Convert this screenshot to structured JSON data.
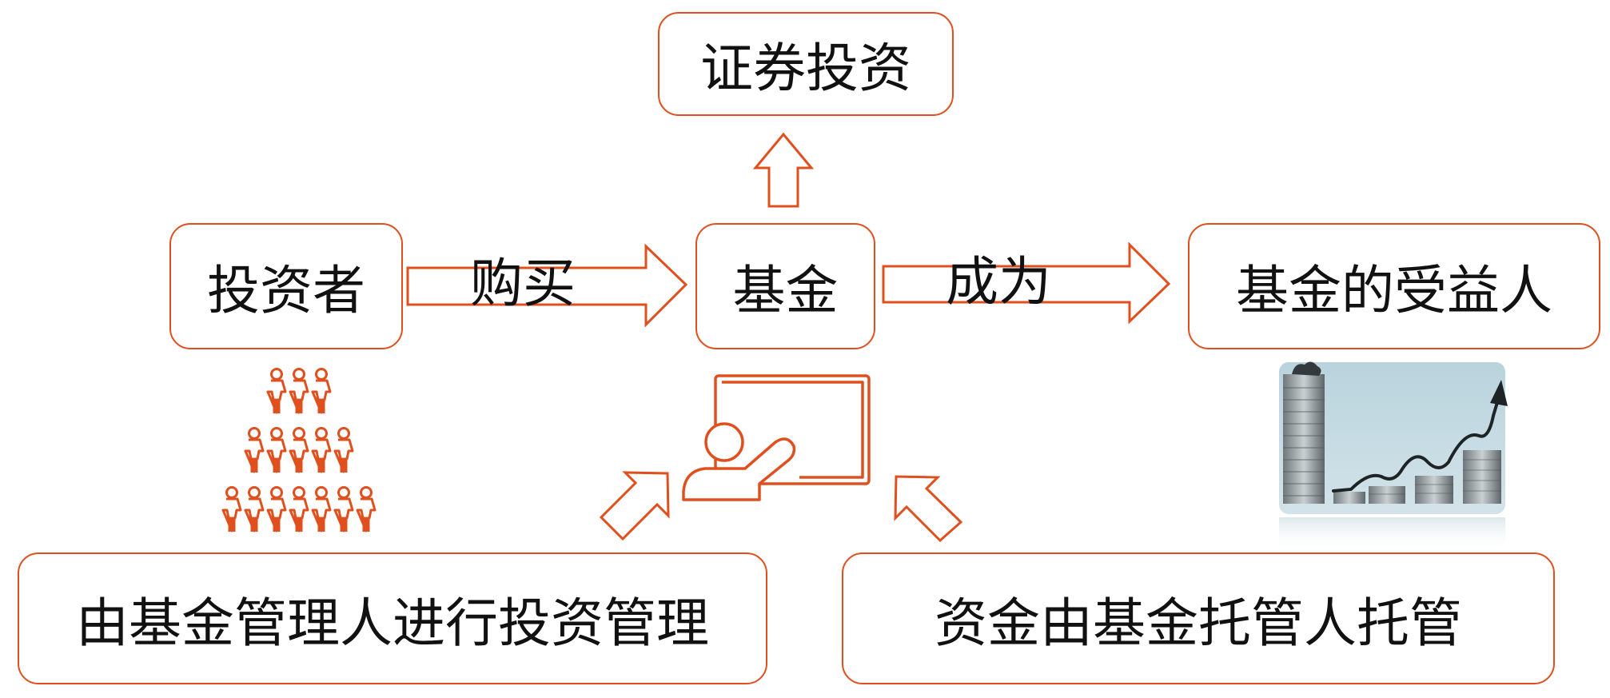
{
  "colors": {
    "accent": "#e0501e",
    "text": "#111111"
  },
  "nodes": {
    "securities": "证券投资",
    "investor": "投资者",
    "fund": "基金",
    "beneficiary": "基金的受益人",
    "manager": "由基金管理人进行投资管理",
    "custodian": "资金由基金托管人托管"
  },
  "edges": {
    "buy": "购买",
    "become": "成为"
  },
  "icons": [
    "crowd-pyramid-icon",
    "presenter-board-icon",
    "coin-stack-growth-chart-image"
  ]
}
